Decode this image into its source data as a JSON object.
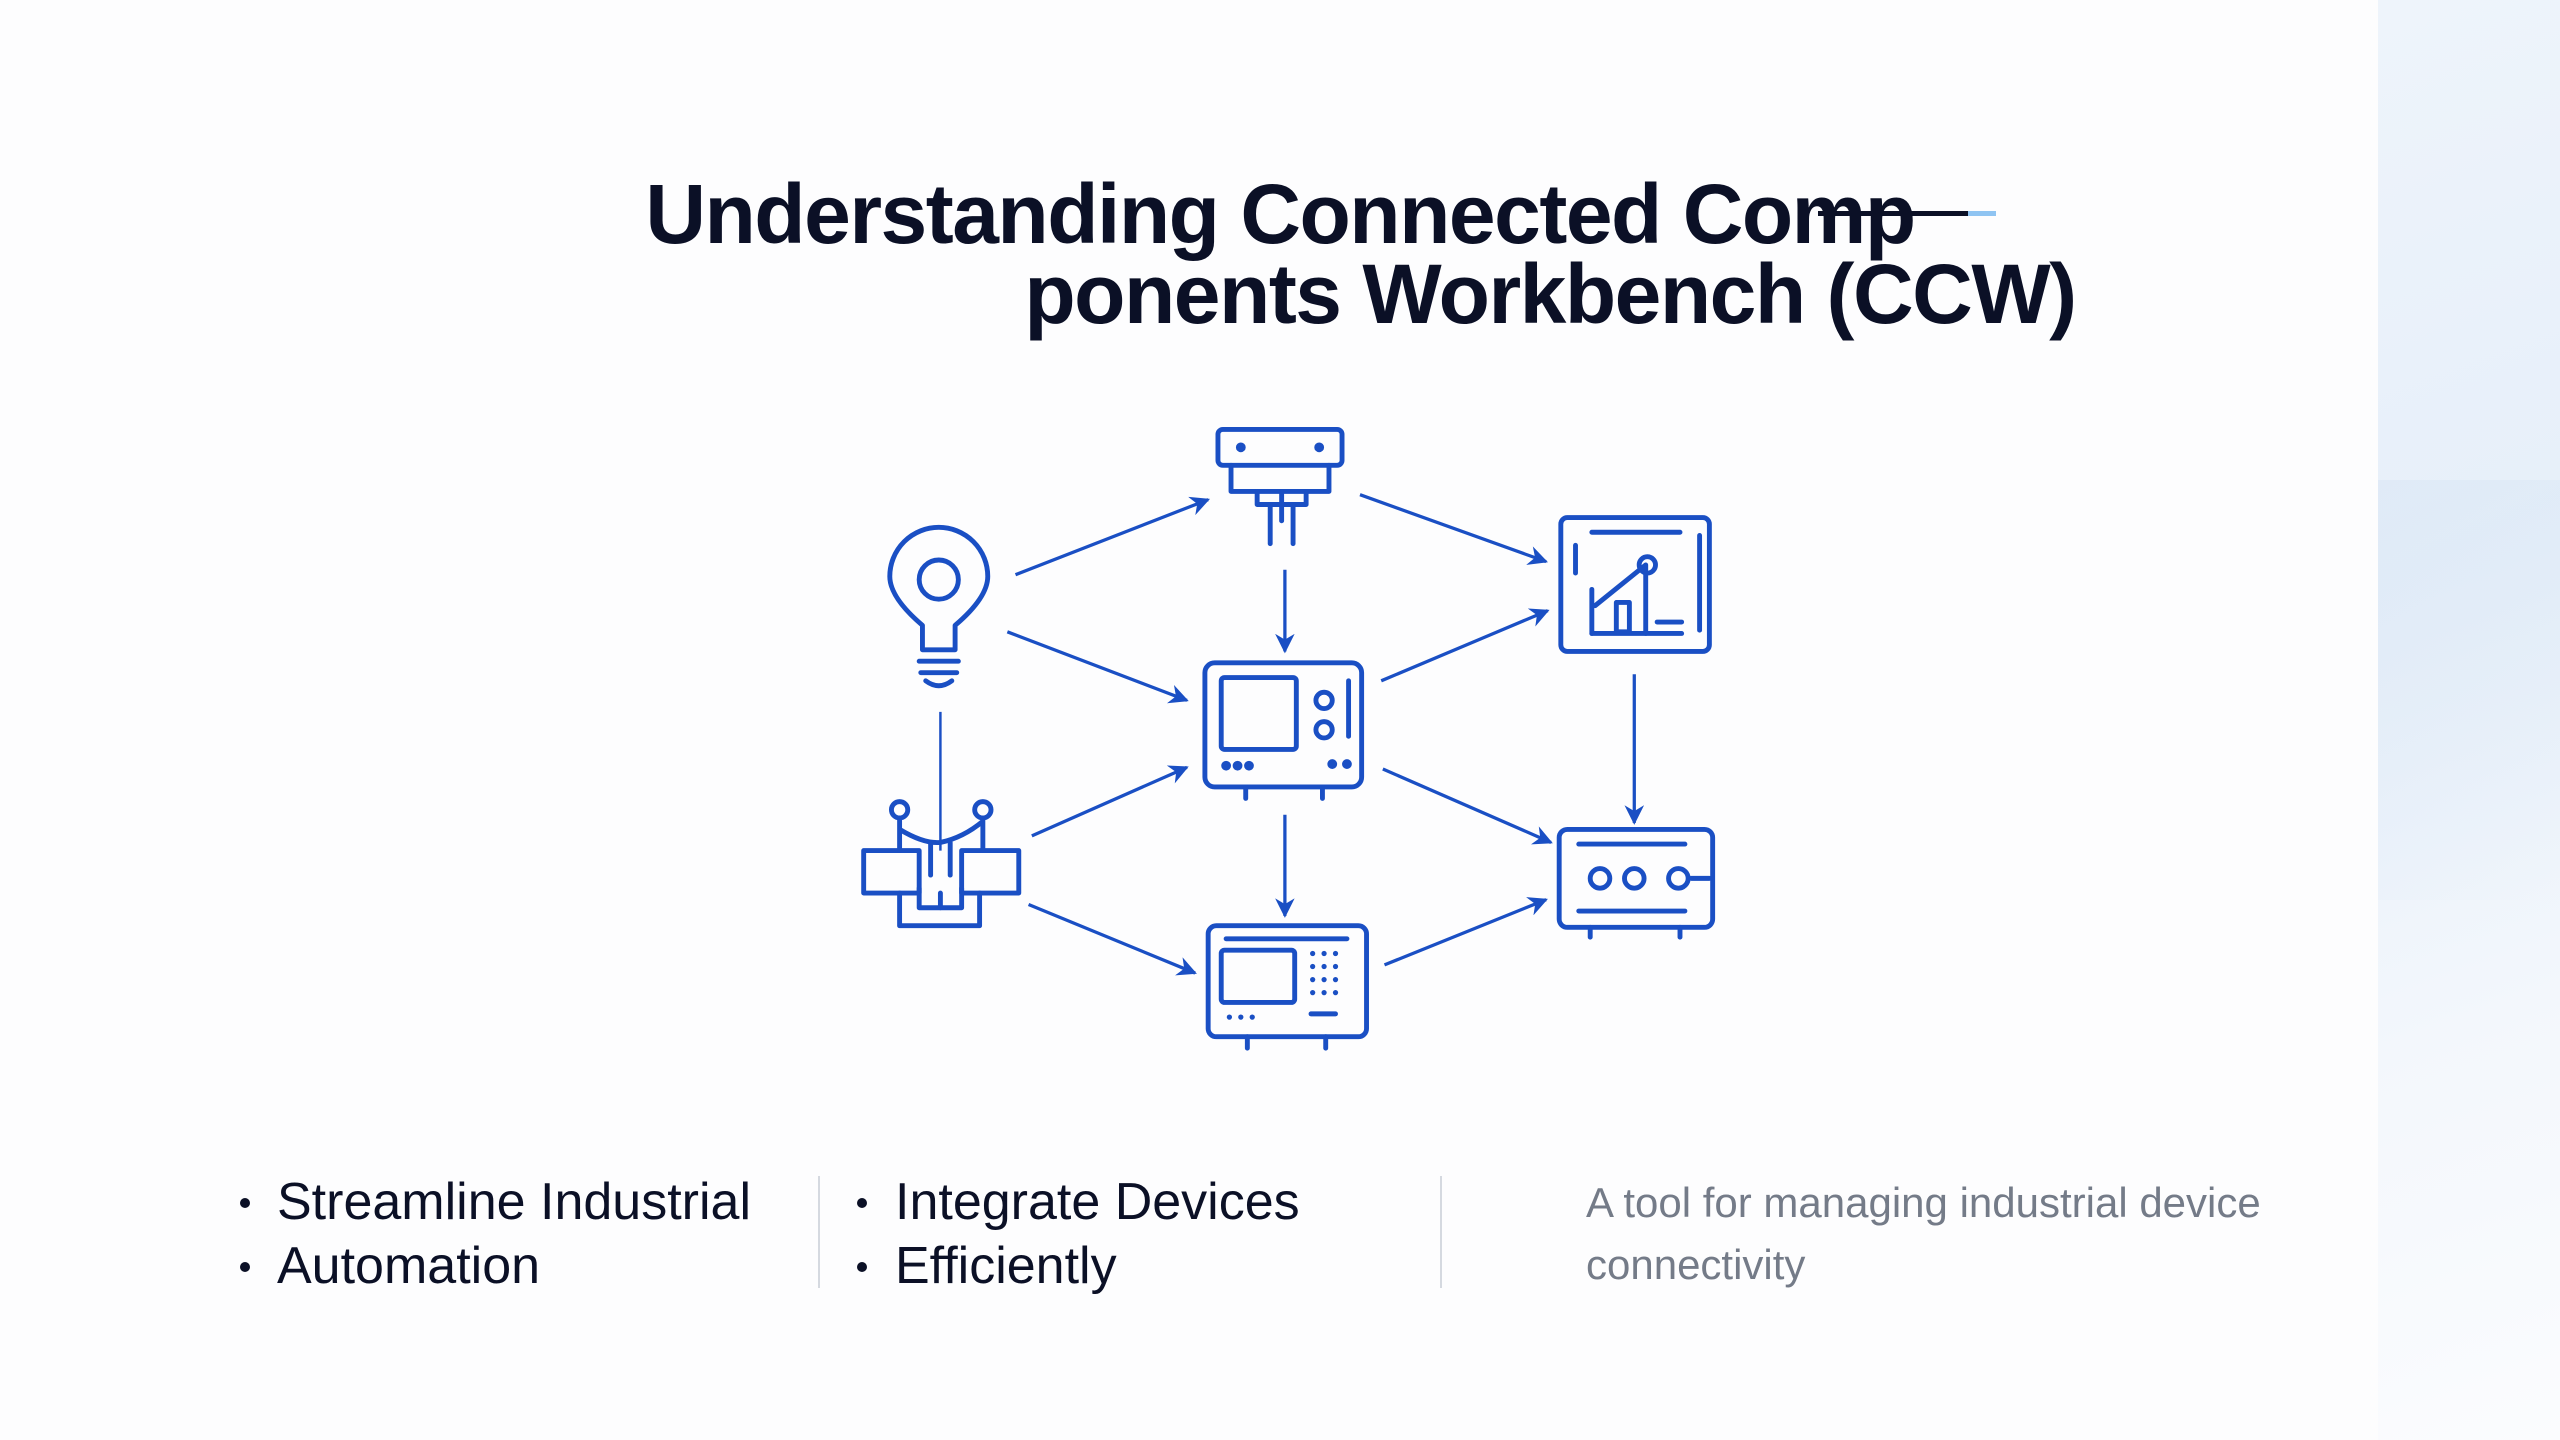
{
  "title": {
    "line1": "Understanding Connected Comp",
    "line2": "ponents Workbench (CCW)"
  },
  "diagram": {
    "accent_color": "#1a4fc4",
    "nodes": [
      {
        "id": "lightbulb",
        "icon": "lightbulb-icon"
      },
      {
        "id": "plug",
        "icon": "plug-icon"
      },
      {
        "id": "chart-panel",
        "icon": "chart-panel-icon"
      },
      {
        "id": "controller",
        "icon": "controller-device-icon"
      },
      {
        "id": "network-hub",
        "icon": "network-hub-icon"
      },
      {
        "id": "hmi-terminal",
        "icon": "hmi-terminal-icon"
      },
      {
        "id": "io-module",
        "icon": "io-module-icon"
      }
    ],
    "edges": [
      [
        "lightbulb",
        "plug"
      ],
      [
        "lightbulb",
        "controller"
      ],
      [
        "plug",
        "controller"
      ],
      [
        "plug",
        "chart-panel"
      ],
      [
        "controller",
        "chart-panel"
      ],
      [
        "network-hub",
        "controller"
      ],
      [
        "network-hub",
        "hmi-terminal"
      ],
      [
        "controller",
        "hmi-terminal"
      ],
      [
        "controller",
        "io-module"
      ],
      [
        "chart-panel",
        "io-module"
      ],
      [
        "hmi-terminal",
        "io-module"
      ],
      [
        "lightbulb",
        "network-hub"
      ]
    ]
  },
  "bullets": {
    "col1": [
      "Streamline Industrial",
      "Automation"
    ],
    "col2": [
      "Integrate Devices",
      "Efficiently"
    ]
  },
  "description": "A tool for managing industrial device connectivity"
}
